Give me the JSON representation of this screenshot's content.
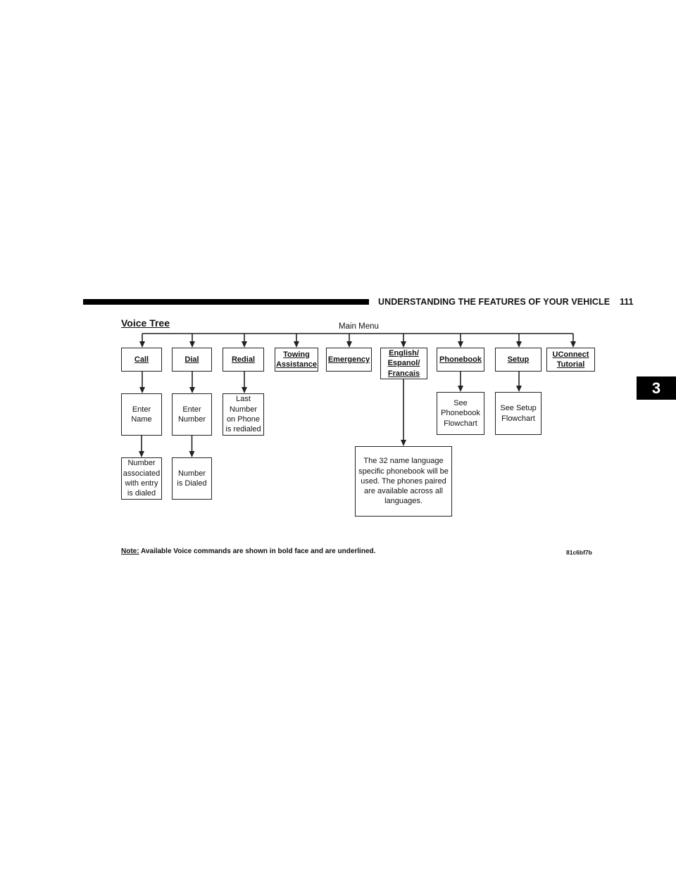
{
  "header": {
    "title": "UNDERSTANDING THE FEATURES OF YOUR VEHICLE",
    "page_number": "111",
    "chapter": "3"
  },
  "diagram": {
    "title": "Voice Tree",
    "root_label": "Main Menu",
    "commands": [
      {
        "id": "call",
        "label": "Call"
      },
      {
        "id": "dial",
        "label": "Dial"
      },
      {
        "id": "redial",
        "label": "Redial"
      },
      {
        "id": "towing",
        "label": "Towing\nAssistance"
      },
      {
        "id": "emergency",
        "label": "Emergency"
      },
      {
        "id": "language",
        "label": "English/\nEspanol/\nFrancais"
      },
      {
        "id": "phonebook",
        "label": "Phonebook"
      },
      {
        "id": "setup",
        "label": "Setup"
      },
      {
        "id": "uconnect",
        "label": "UConnect\nTutorial"
      }
    ],
    "steps": [
      {
        "id": "enter-name",
        "label": "Enter\nName",
        "parent": "call"
      },
      {
        "id": "enter-number",
        "label": "Enter\nNumber",
        "parent": "dial"
      },
      {
        "id": "last-number",
        "label": "Last\nNumber\non Phone\nis redialed",
        "parent": "redial"
      },
      {
        "id": "see-phonebook",
        "label": "See\nPhonebook\nFlowchart",
        "parent": "phonebook"
      },
      {
        "id": "see-setup",
        "label": "See Setup\nFlowchart",
        "parent": "setup"
      },
      {
        "id": "number-associated",
        "label": "Number\nassociated\nwith entry\nis dialed",
        "parent": "enter-name"
      },
      {
        "id": "number-dialed",
        "label": "Number\nis Dialed",
        "parent": "enter-number"
      },
      {
        "id": "language-note",
        "label": "The 32 name language\nspecific phonebook will be\nused. The phones paired\nare available across all\nlanguages.",
        "parent": "language"
      }
    ]
  },
  "note": {
    "label": "Note:",
    "text": " Available Voice commands are shown in bold face and are underlined."
  },
  "figure_code": "81c6bf7b"
}
